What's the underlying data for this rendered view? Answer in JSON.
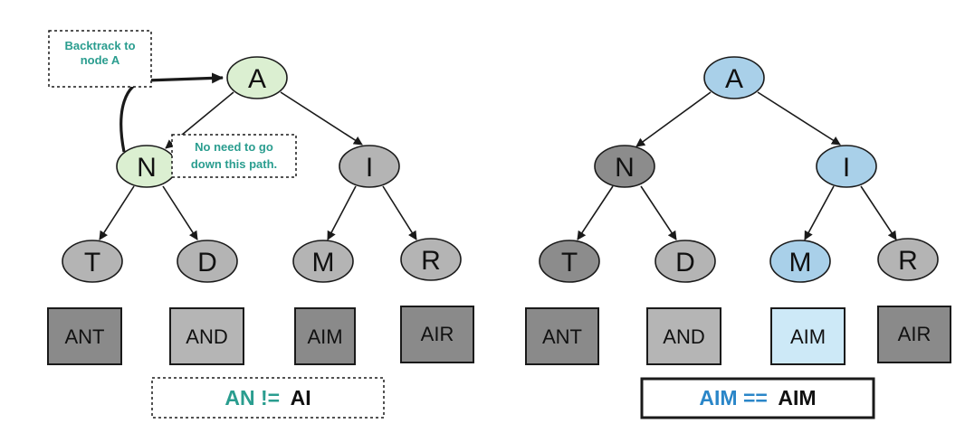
{
  "colors": {
    "note_teal": "#2a9d8f",
    "match_blue": "#2a86c8",
    "node_green": "#dbefd1",
    "node_blue": "#a9d0e9",
    "node_gray": "#b4b4b4",
    "node_dark": "#8c8c8c",
    "leaf_dark": "#8a8a8a",
    "leaf_light": "#b5b5b5",
    "leaf_blue": "#cde9f7",
    "stroke": "#1a1a1a"
  },
  "left_tree": {
    "root": "A",
    "n1": "N",
    "n2": "I",
    "l1": "T",
    "l2": "D",
    "l3": "M",
    "l4": "R",
    "words": [
      "ANT",
      "AND",
      "AIM",
      "AIR"
    ],
    "note_backtrack": [
      "Backtrack to",
      "node A"
    ],
    "note_path": [
      "No need to go",
      "down this path."
    ],
    "compare_teal": "AN !=",
    "compare_black": "AI"
  },
  "right_tree": {
    "root": "A",
    "n1": "N",
    "n2": "I",
    "l1": "T",
    "l2": "D",
    "l3": "M",
    "l4": "R",
    "words": [
      "ANT",
      "AND",
      "AIM",
      "AIR"
    ],
    "compare_blue": "AIM ==",
    "compare_black": "AIM"
  }
}
